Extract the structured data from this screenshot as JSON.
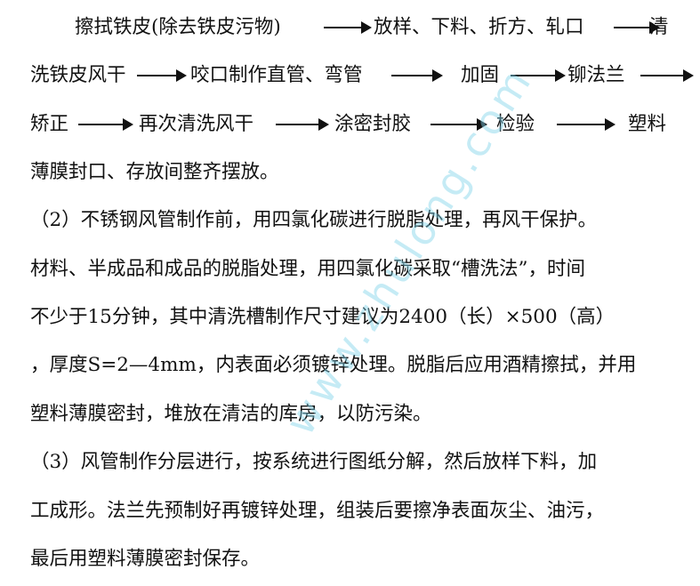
{
  "flow": {
    "row1": {
      "step1": "擦拭铁皮(除去铁皮污物)",
      "step2": "放样、下料、折方、轧口",
      "step3_part1": "清"
    },
    "row2": {
      "step3_part2": "洗铁皮风干",
      "step4": "咬口制作直管、弯管",
      "step5": "加固",
      "step6": "铆法兰"
    },
    "row3": {
      "step7": "矫正",
      "step8": "再次清洗风干",
      "step9": "涂密封胶",
      "step10": "检验",
      "step11_part1": "塑料"
    },
    "row4": {
      "step11_part2": "薄膜封口、存放间整齐摆放。"
    }
  },
  "paragraphs": {
    "p2_line1": "（2）不锈钢风管制作前，用四氯化碳进行脱脂处理，再风干保护。",
    "p2_line2": "材料、半成品和成品的脱脂处理，用四氯化碳采取“槽洗法”，时间",
    "p2_line3": "不少于15分钟，其中清洗槽制作尺寸建议为2400（长）×500（高）",
    "p2_line4": "，厚度S=2—4mm，内表面必须镀锌处理。脱脂后应用酒精擦拭，并用",
    "p2_line5": "塑料薄膜密封，堆放在清洁的库房，以防污染。",
    "p3_line1": "（3）风管制作分层进行，按系统进行图纸分解，然后放样下料，加",
    "p3_line2": "工成形。法兰先预制好再镀锌处理，组装后要擦净表面灰尘、油污，",
    "p3_line3": "最后用塑料薄膜密封保存。"
  },
  "watermark": {
    "text": "www.zhulong.com",
    "color": "#7fd3ea"
  }
}
